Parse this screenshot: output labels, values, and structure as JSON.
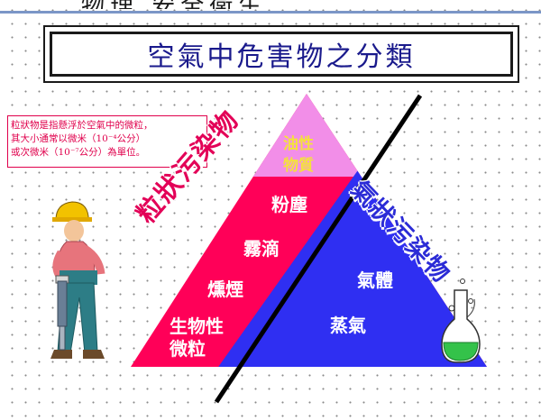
{
  "title": "空氣中危害物之分類",
  "header_sliver": "物理 安全衛生",
  "note": {
    "line1": "粒狀物是指懸浮於空氣中的微粒，",
    "line2": "其大小通常以微米（10⁻⁴公分）",
    "line3": "或次微米（10⁻⁷公分）為單位。"
  },
  "pyramid": {
    "oily_line1": "油性",
    "oily_line2": "物質",
    "dust": "粉塵",
    "mist": "霧滴",
    "fume": "燻煙",
    "bio_line1": "生物性",
    "bio_line2": "微粒",
    "gas": "氣體",
    "vapor": "蒸氣"
  },
  "side_labels": {
    "particulate": "粒狀污染物",
    "gaseous": "氣狀污染物"
  },
  "colors": {
    "pink_top": "#f28ee8",
    "magenta": "#ff0058",
    "blue": "#2f2ff2",
    "title_text": "#1a1a8c"
  },
  "icons": [
    "worker-with-jackhammer-icon",
    "chemistry-flask-icon"
  ]
}
